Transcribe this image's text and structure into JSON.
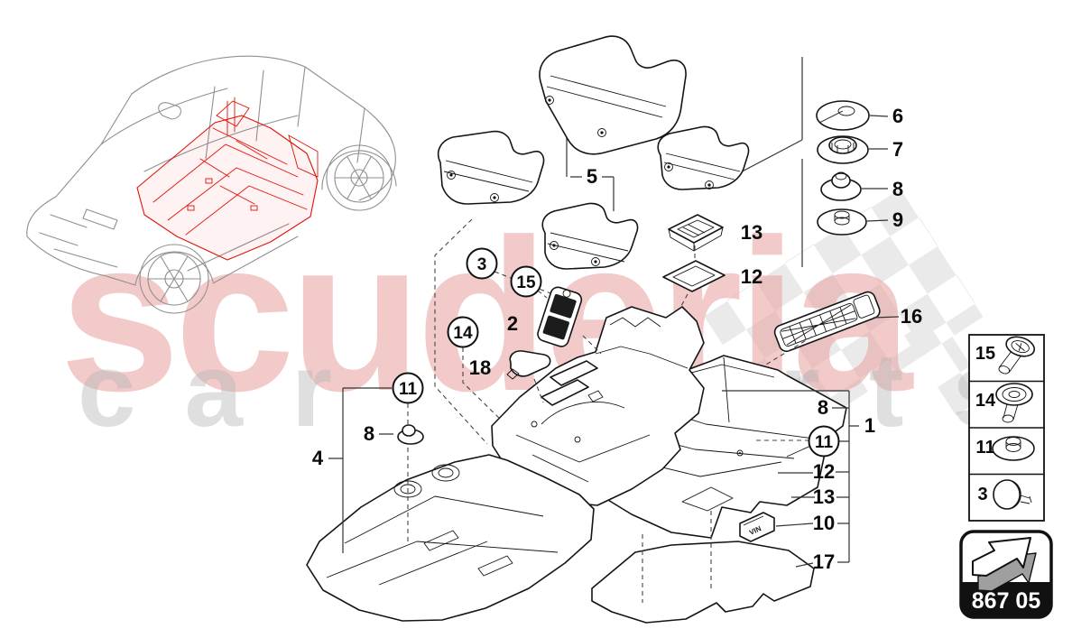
{
  "page": {
    "background": "#ffffff",
    "type": "parts-diagram"
  },
  "watermark": {
    "brand": "scuderia",
    "tagline": "car parts",
    "brand_color": "#e9a0a0",
    "tagline_color": "#b5b5b5",
    "checker_color": "#d9d9d9"
  },
  "diagram": {
    "highlight_color": "#e01206",
    "vin_label": "VIN",
    "callouts": {
      "c1": "1",
      "c2": "2",
      "c3": "3",
      "c4": "4",
      "c5": "5",
      "c6": "6",
      "c7": "7",
      "c8": "8",
      "c9": "9",
      "c10": "10",
      "c11": "11",
      "c12": "12",
      "c13": "13",
      "c14": "14",
      "c15": "15",
      "c16": "16",
      "c17": "17",
      "c18": "18"
    }
  },
  "legend": {
    "rows": [
      {
        "label": "15",
        "icon": "screw-icon"
      },
      {
        "label": "14",
        "icon": "push-rivet-icon"
      },
      {
        "label": "11",
        "icon": "washer-nut-icon"
      },
      {
        "label": "3",
        "icon": "cover-cap-icon"
      }
    ]
  },
  "footer_box": {
    "code": "867 05",
    "icon": "forward-arrow-icon"
  }
}
